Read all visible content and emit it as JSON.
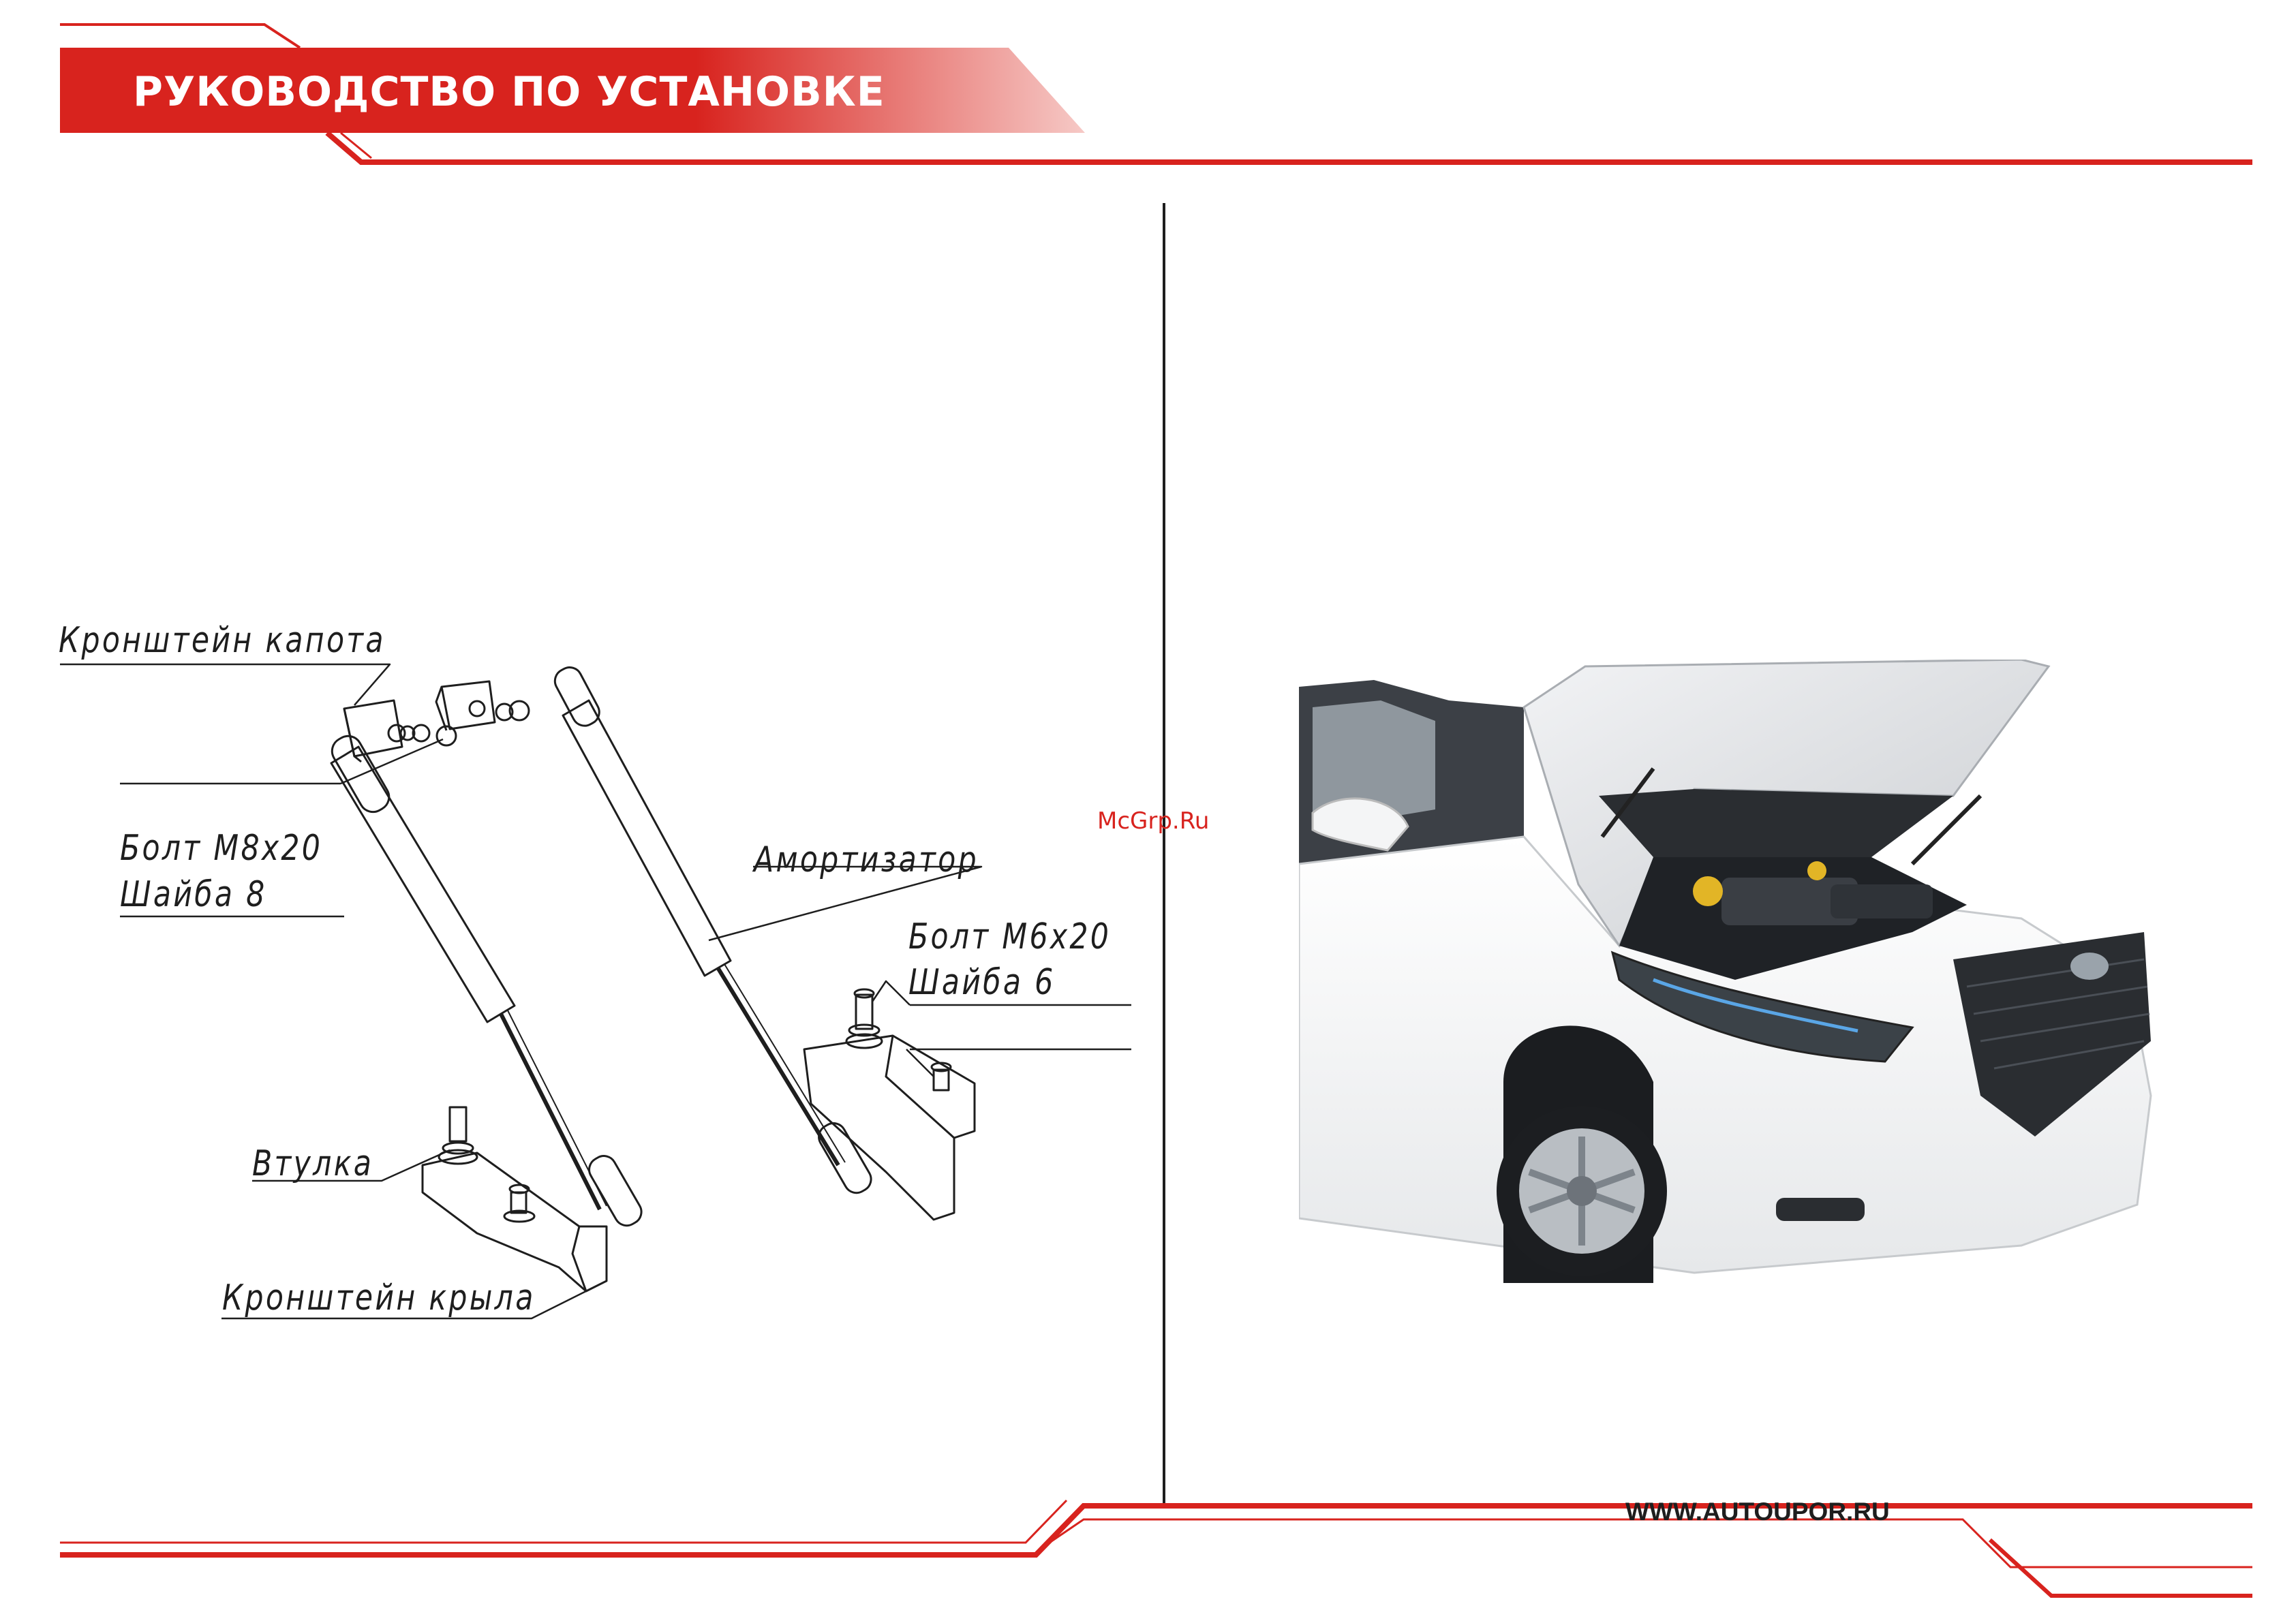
{
  "header": {
    "title": "РУКОВОДСТВО ПО УСТАНОВКЕ"
  },
  "diagram": {
    "labels": {
      "hood_bracket": "Кронштейн капота",
      "bolt_m8": "Болт М8х20",
      "washer_8": "Шайба 8",
      "gas_strut": "Амортизатор",
      "bolt_m6": "Болт М6х20",
      "washer_6": "Шайба 6",
      "bushing": "Втулка",
      "fender_bracket": "Кронштейн крыла"
    }
  },
  "watermark": "McGrp.Ru",
  "footer": {
    "url": "WWW.AUTOUPOR.RU"
  },
  "colors": {
    "brand_red": "#d8231e",
    "line_dark": "#1e1e1e"
  },
  "photo": {
    "subject": "car-open-hood-icon"
  }
}
